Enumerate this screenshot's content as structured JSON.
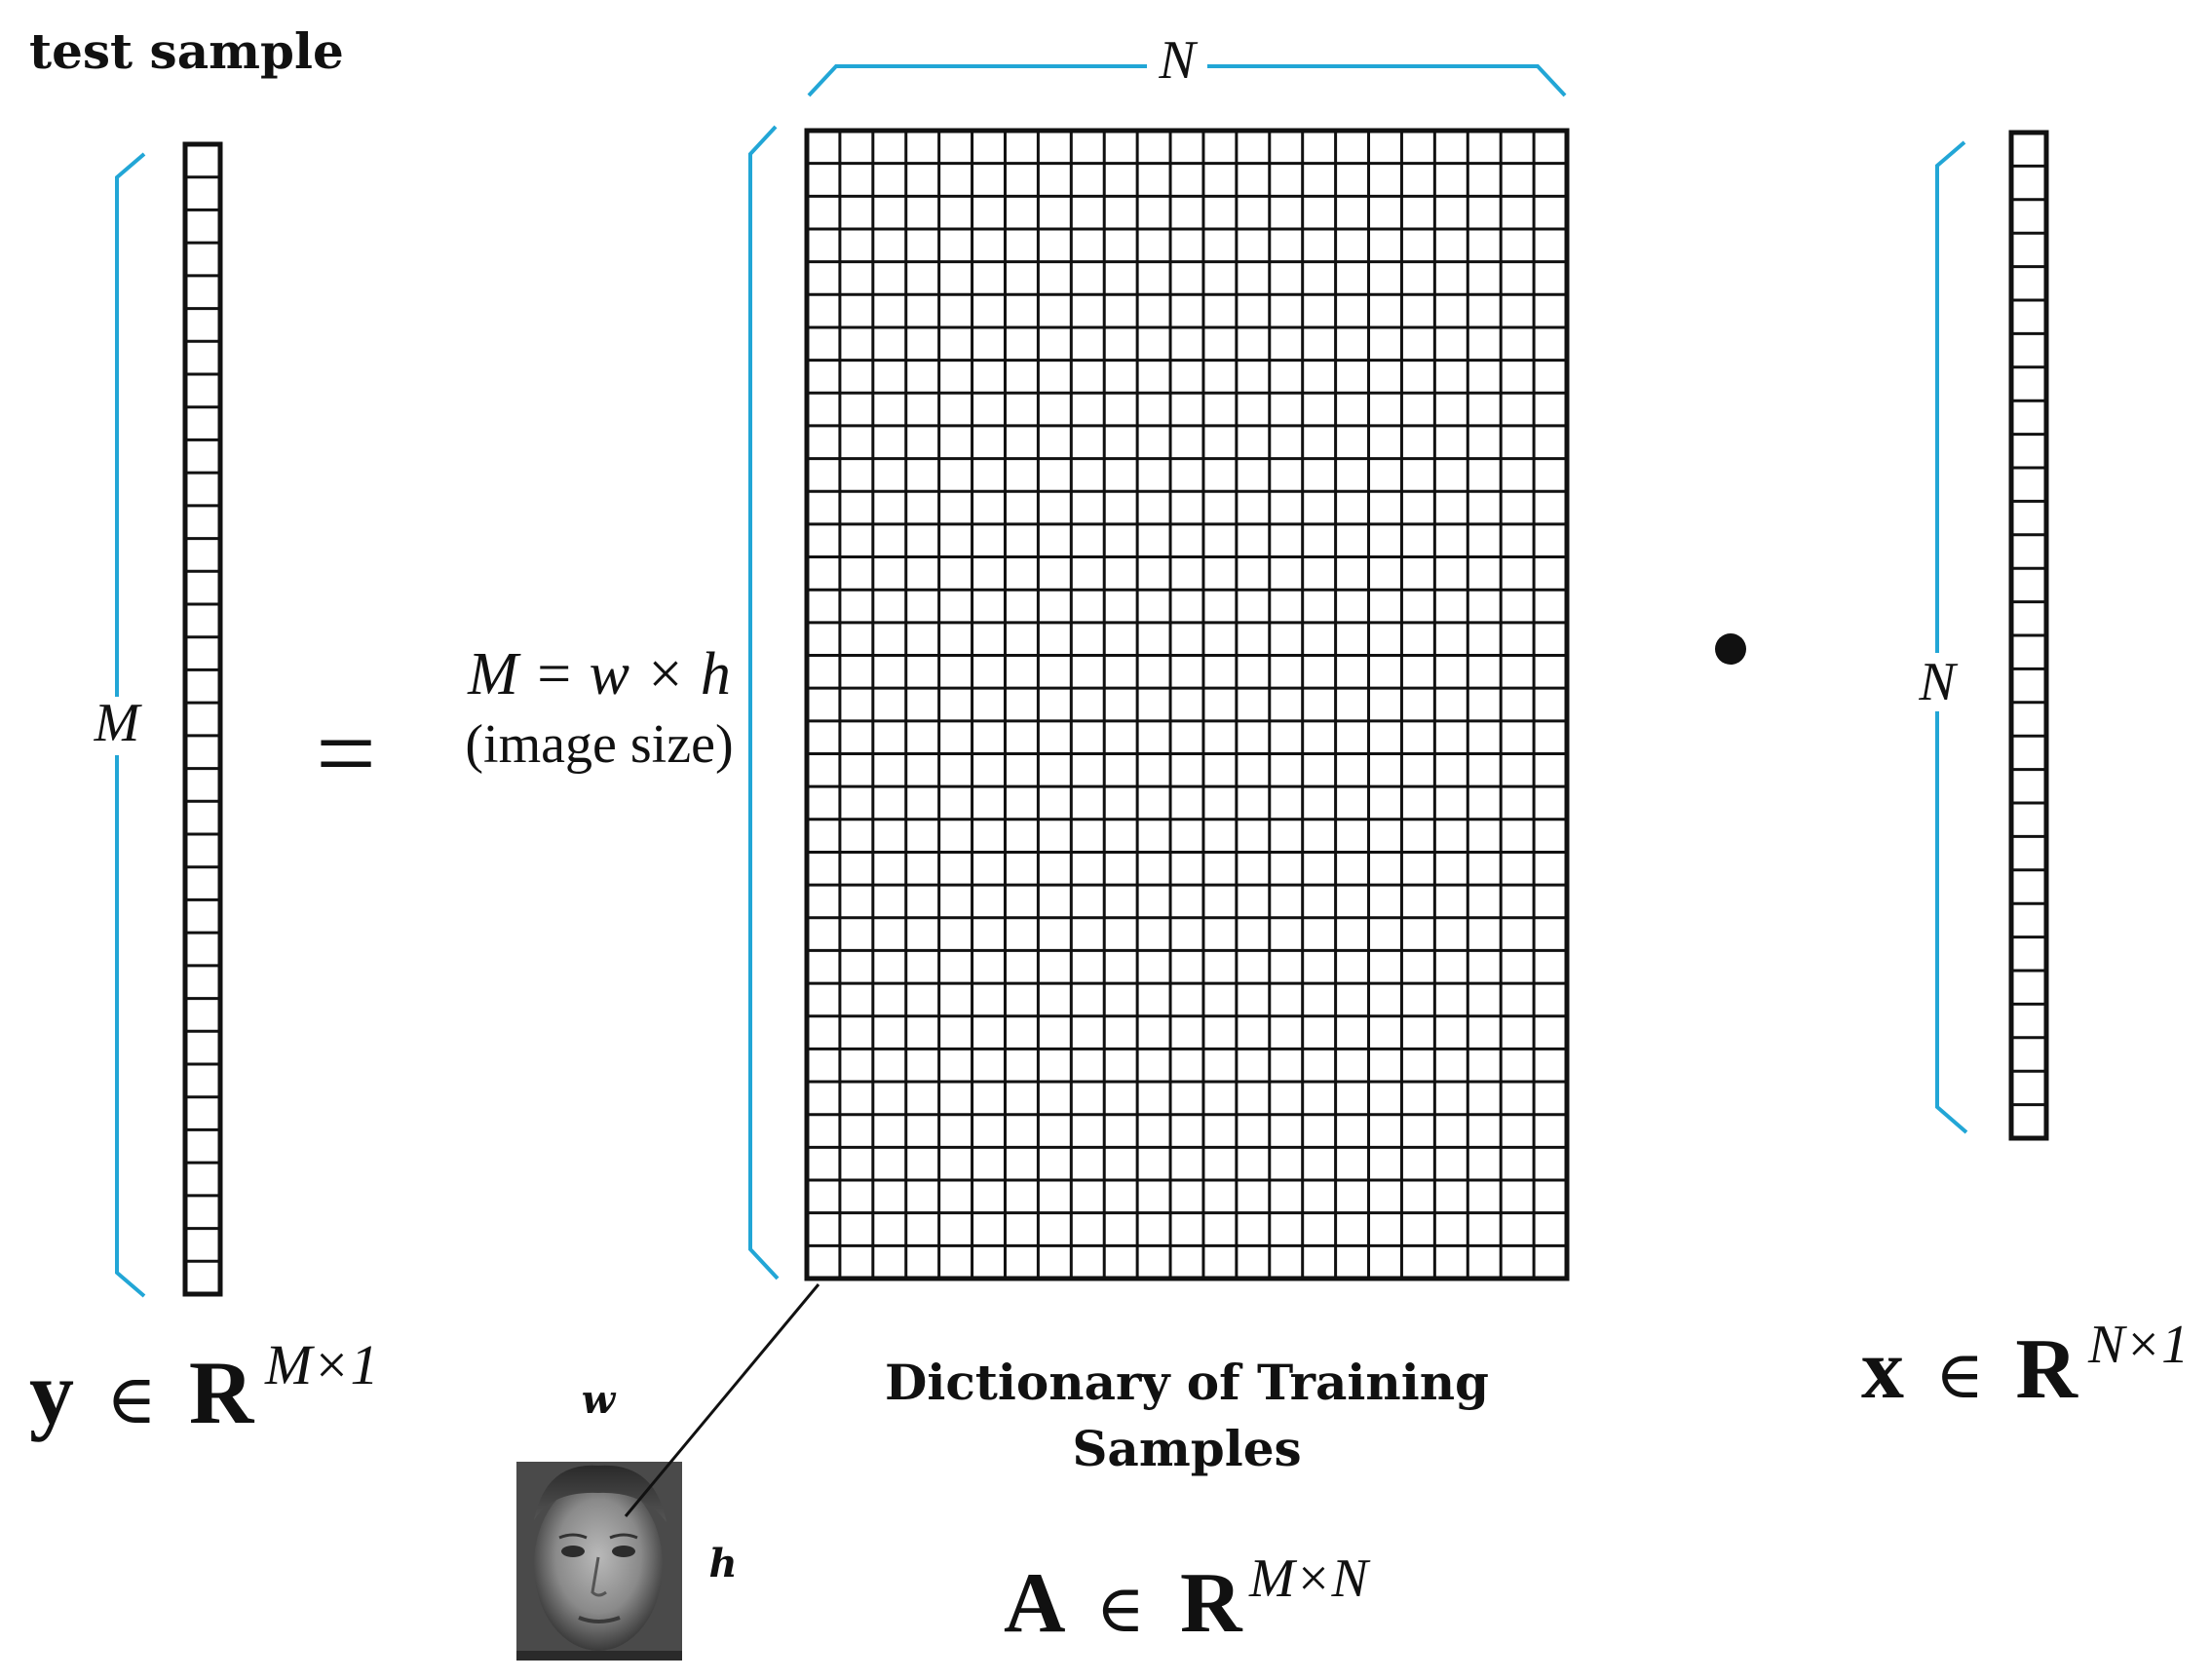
{
  "title": "test sample",
  "colors": {
    "bracket": "#22a6d6",
    "ink": "#111111",
    "background": "#ffffff"
  },
  "vector_y": {
    "cells": 35,
    "dim_label": "M",
    "equation": {
      "symbol": "y",
      "in": "∈",
      "set": "R",
      "superscript": "M×1"
    }
  },
  "equals": "=",
  "matrix_A": {
    "rows": 35,
    "cols": 23,
    "top_label": "N",
    "side_label_line1": "M = w × h",
    "side_label_line2": "(image size)",
    "caption_line1": "Dictionary of Training",
    "caption_line2": "Samples",
    "equation": {
      "symbol": "A",
      "in": "∈",
      "set": "R",
      "superscript": "M×N"
    }
  },
  "dot_operator": "•",
  "vector_x": {
    "cells": 30,
    "dim_label": "N",
    "equation": {
      "symbol": "x",
      "in": "∈",
      "set": "R",
      "superscript": "N×1"
    }
  },
  "face_image": {
    "width_label": "w",
    "height_label": "h"
  }
}
